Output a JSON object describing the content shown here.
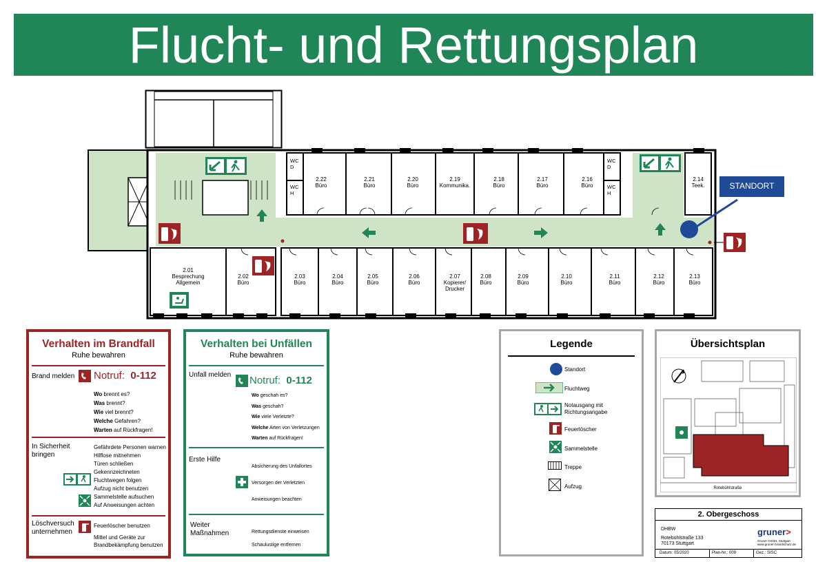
{
  "title": "Flucht- und Rettungsplan",
  "colors": {
    "green": "#218657",
    "red": "#9d2424",
    "floor_green": "#cfe3c6",
    "blue": "#1f4a97",
    "building_red": "#9d2424"
  },
  "rooms": {
    "r201": {
      "num": "2.01",
      "name1": "Besprechung",
      "name2": "Allgemein"
    },
    "r202": {
      "num": "2.02",
      "name": "Büro"
    },
    "r203": {
      "num": "2.03",
      "name": "Büro"
    },
    "r204": {
      "num": "2.04",
      "name": "Büro"
    },
    "r205": {
      "num": "2.05",
      "name": "Büro"
    },
    "r206": {
      "num": "2.06",
      "name": "Büro"
    },
    "r207": {
      "num": "2.07",
      "name1": "Kopierer/",
      "name2": "Drucker"
    },
    "r208": {
      "num": "2.08",
      "name": "Büro"
    },
    "r209": {
      "num": "2.09",
      "name": "Büro"
    },
    "r210": {
      "num": "2.10",
      "name": "Büro"
    },
    "r211": {
      "num": "2.11",
      "name": "Büro"
    },
    "r212": {
      "num": "2.12",
      "name": "Büro"
    },
    "r213": {
      "num": "2.13",
      "name": "Büro"
    },
    "r214": {
      "num": "2.14",
      "name": "Teek."
    },
    "r216": {
      "num": "2.16",
      "name": "Büro"
    },
    "r217": {
      "num": "2.17",
      "name": "Büro"
    },
    "r218": {
      "num": "2.18",
      "name": "Büro"
    },
    "r219": {
      "num": "2.19",
      "name": "Kommunika."
    },
    "r220": {
      "num": "2.20",
      "name": "Büro"
    },
    "r221": {
      "num": "2.21",
      "name": "Büro"
    },
    "r222": {
      "num": "2.22",
      "name": "Büro"
    },
    "wc": {
      "label": "WC",
      "d": "D",
      "h": "H"
    }
  },
  "standort_label": "STANDORT",
  "brandfall": {
    "title": "Verhalten im Brandfall",
    "subtitle": "Ruhe bewahren",
    "brand_melden": "Brand melden",
    "notruf_label": "Notruf:",
    "notruf_number": "0-112",
    "q": [
      {
        "b": "Wo",
        "t": " brennt es?"
      },
      {
        "b": "Was",
        "t": " brennt?"
      },
      {
        "b": "Wie",
        "t": " viel brennt?"
      },
      {
        "b": "Welche",
        "t": " Gefahren?"
      },
      {
        "b": "Warten",
        "t": " auf Rückfragen!"
      }
    ],
    "sicherheit1": "In Sicherheit",
    "sicherheit2": "bringen",
    "s_lines": [
      "Gefährdete Personen warnen",
      "Hilflose mitnehmen",
      "Türen schließen"
    ],
    "s_exit1": "Gekennzeichneten",
    "s_exit2": "Fluchtwegen folgen",
    "s_lift": "Aufzug nicht benutzen",
    "s_sammel1": "Sammelstelle aufsuchen",
    "s_sammel2": "Auf Anweisungen achten",
    "loesch1": "Löschversuch",
    "loesch2": "unternehmen",
    "l_line1": "Feuerlöscher benutzen",
    "l_line2": "Mittel und Geräte zur",
    "l_line3": "Brandbekämpfung benutzen"
  },
  "unfall": {
    "title": "Verhalten bei Unfällen",
    "subtitle": "Ruhe bewahren",
    "unfall_melden": "Unfall melden",
    "notruf_label": "Notruf:",
    "notruf_number": "0-112",
    "q": [
      {
        "b": "Wo",
        "t": " geschah es?"
      },
      {
        "b": "Was",
        "t": " geschah?"
      },
      {
        "b": "Wie",
        "t": " viele Verletzte?"
      },
      {
        "b": "Welche",
        "t": " Arten von Verletzungen"
      },
      {
        "b": "Warten",
        "t": " auf Rückfragen!"
      }
    ],
    "erste_hilfe": "Erste Hilfe",
    "e_lines": [
      "Absicherung des Unfallortes",
      "Versorgen der Verletzten",
      "Anweisungen beachten"
    ],
    "weiter1": "Weiter",
    "weiter2": "Maßnahmen",
    "w_lines": [
      "Rettungsdienste einweisen",
      "Schaulustige entfernen"
    ]
  },
  "legend": {
    "title": "Legende",
    "items": {
      "standort": "Standort",
      "fluchtweg": "Fluchtweg",
      "notausgang1": "Notausgang mit",
      "notausgang2": "Richtungsangabe",
      "feuerloescher": "Feuerlöscher",
      "sammelstelle": "Sammelstelle",
      "treppe": "Treppe",
      "aufzug": "Aufzug"
    }
  },
  "overview": {
    "title": "Übersichtsplan",
    "street": "Rotebühlstraße"
  },
  "title_block": {
    "floor": "2. Obergeschoss",
    "org": "DHBW",
    "street": "Rotebühlstraße 133",
    "city": "70173 Stuttgart",
    "company": "gruner",
    "company_sub1": "Gruner GmbH, Stuttgart",
    "company_sub2": "www.gruner-brandschutz.de",
    "datum": "Datum:  05/2020",
    "plan_nr": "Plan-Nr.:  009",
    "gez": "Gez.:  SISC"
  }
}
